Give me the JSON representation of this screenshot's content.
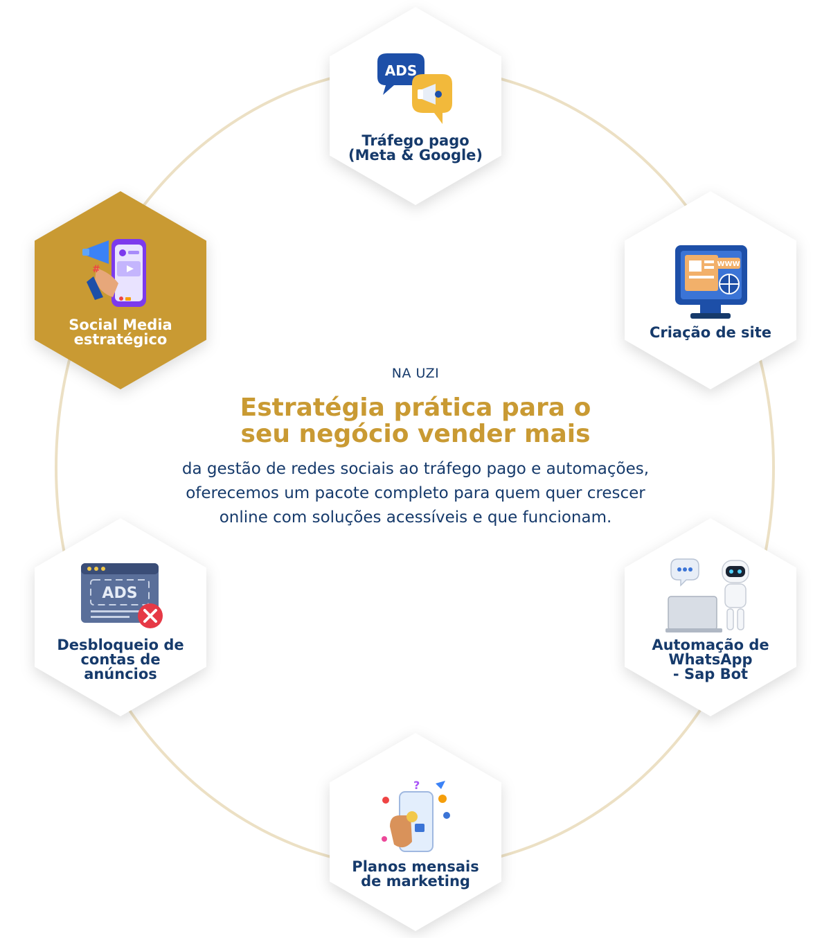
{
  "intro": {
    "eyebrow": "NA UZI",
    "headline_line1": "Estratégia prática para o",
    "headline_line2": "seu negócio vender mais",
    "body_line1": "da gestão de redes sociais ao tráfego pago e automações,",
    "body_line2": "oferecemos um pacote completo para quem quer crescer",
    "body_line3": "online com soluções acessíveis e que funcionam."
  },
  "services": [
    {
      "id": "trafego",
      "label_lines": [
        "Tráfego pago",
        "(Meta & Google)"
      ],
      "icon": "ads-megaphone-icon",
      "active": false
    },
    {
      "id": "site",
      "label_lines": [
        "Criação de site"
      ],
      "icon": "website-monitor-icon",
      "active": false
    },
    {
      "id": "whatsapp",
      "label_lines": [
        "Automação de",
        "WhatsApp",
        "- Sap Bot"
      ],
      "icon": "robot-laptop-icon",
      "active": false
    },
    {
      "id": "planos",
      "label_lines": [
        "Planos mensais",
        "de marketing"
      ],
      "icon": "phone-marketing-icon",
      "active": false
    },
    {
      "id": "desbloqueio",
      "label_lines": [
        "Desbloqueio de",
        "contas de anúncios"
      ],
      "icon": "ads-blocked-icon",
      "active": false
    },
    {
      "id": "social",
      "label_lines": [
        "Social Media",
        "estratégico"
      ],
      "icon": "social-phone-megaphone-icon",
      "active": true
    }
  ],
  "colors": {
    "accent_gold": "#c99a33",
    "navy": "#163a6b",
    "ring": "#ece0c4"
  }
}
